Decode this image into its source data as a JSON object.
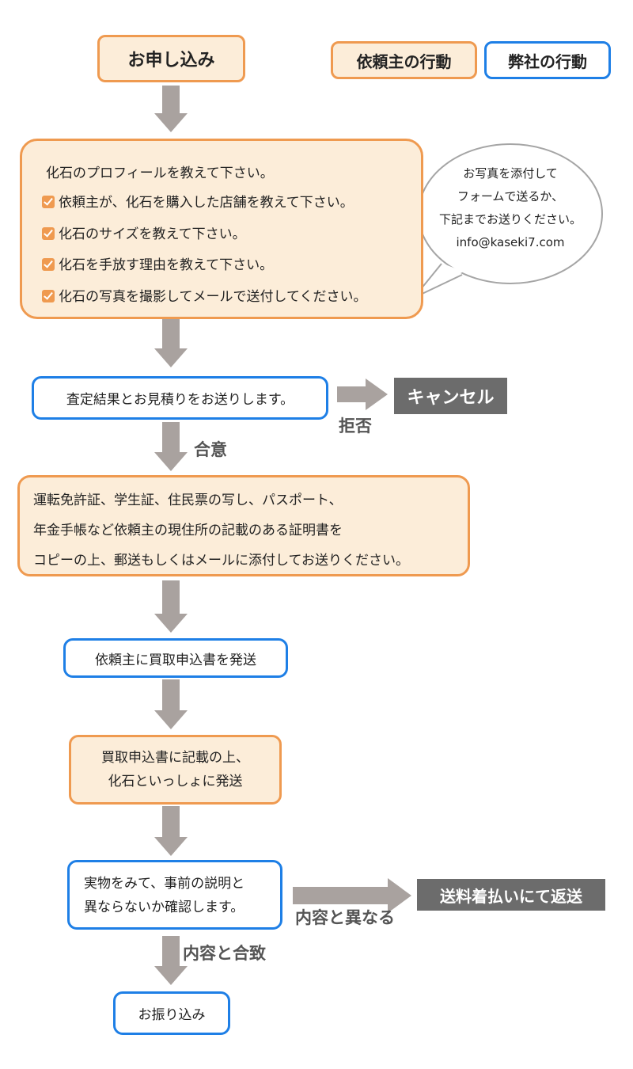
{
  "legend": {
    "client_label": "依頼主の行動",
    "company_label": "弊社の行動"
  },
  "steps": {
    "apply": "お申し込み",
    "profile": {
      "title": "化石のプロフィールを教えて下さい。",
      "items": [
        "依頼主が、化石を購入した店舗を教えて下さい。",
        "化石のサイズを教えて下さい。",
        "化石を手放す理由を教えて下さい。",
        "化石の写真を撮影してメールで送付してください。"
      ]
    },
    "bubble": {
      "lines": [
        "お写真を添付して",
        "フォームで送るか、",
        "下記までお送りください。"
      ],
      "email": "info@kaseki7.com"
    },
    "estimate": "査定結果とお見積りをお送りします。",
    "cancel": "キャンセル",
    "reject_label": "拒否",
    "agree_label": "合意",
    "id_docs": [
      "運転免許証、学生証、住民票の写し、パスポート、",
      "年金手帳など依頼主の現住所の記載のある証明書を",
      "コピーの上、郵送もしくはメールに添付してお送りください。"
    ],
    "send_form": "依頼主に買取申込書を発送",
    "ship_fossil": [
      "買取申込書に記載の上、",
      "化石といっしょに発送"
    ],
    "inspect": [
      "実物をみて、事前の説明と",
      "異ならないか確認します。"
    ],
    "mismatch_label": "内容と異なる",
    "return": "送料着払いにて返送",
    "match_label": "内容と合致",
    "payment": "お振り込み"
  },
  "colors": {
    "client_border": "#ef9a50",
    "client_fill": "#fcedd9",
    "company_border": "#1e7fe6",
    "arrow": "#a9a29f",
    "tag": "#6c6c6c"
  }
}
